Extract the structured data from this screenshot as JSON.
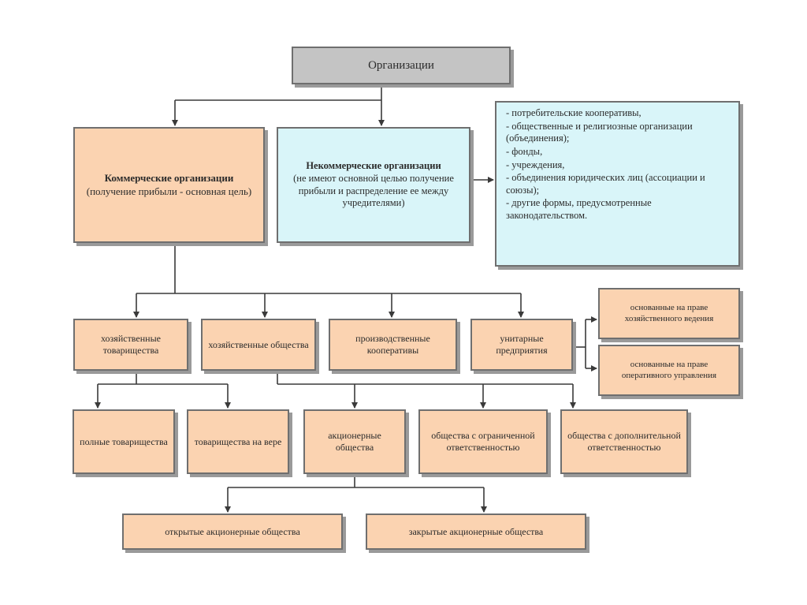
{
  "nodes": {
    "organizations": "Организации",
    "commercial": {
      "title": "Коммерческие организации",
      "note": "(получение прибыли - основная цель)"
    },
    "noncommercial": {
      "title": "Некоммерческие организации",
      "note": "(не имеют основной целью получение прибыли и распределение ее между учредителями)"
    },
    "noncommercial_forms": [
      "- потребительские кооперативы,",
      "- общественные и религиозные организации (объединения);",
      "- фонды,",
      "- учреждения,",
      "- объединения юридических лиц (ассоциации и союзы);",
      "- другие формы, предусмотренные законодательством."
    ],
    "partnerships": "хозяйственные товарищества",
    "societies": "хозяйственные общества",
    "coops": "производственные кооперативы",
    "unitary": "унитарные предприятия",
    "economic_management": "основанные на праве хозяйственного ведения",
    "operational_management": "основанные на праве оперативного управления",
    "full_partnerships": "полные товарищества",
    "limited_partnerships": "товарищества на вере",
    "joint_stock": "акционерные общества",
    "llc": "общества с ограниченной ответственностью",
    "alc": "общества с дополнительной ответственностью",
    "open_jsc": "открытые акционерные общества",
    "closed_jsc": "закрытые акционерные общества"
  },
  "colors": {
    "peach": "#fbd3b1",
    "cyan": "#d9f5f9",
    "grey": "#c4c4c4",
    "border": "#6f6f6f",
    "connector": "#3a3a3a"
  }
}
